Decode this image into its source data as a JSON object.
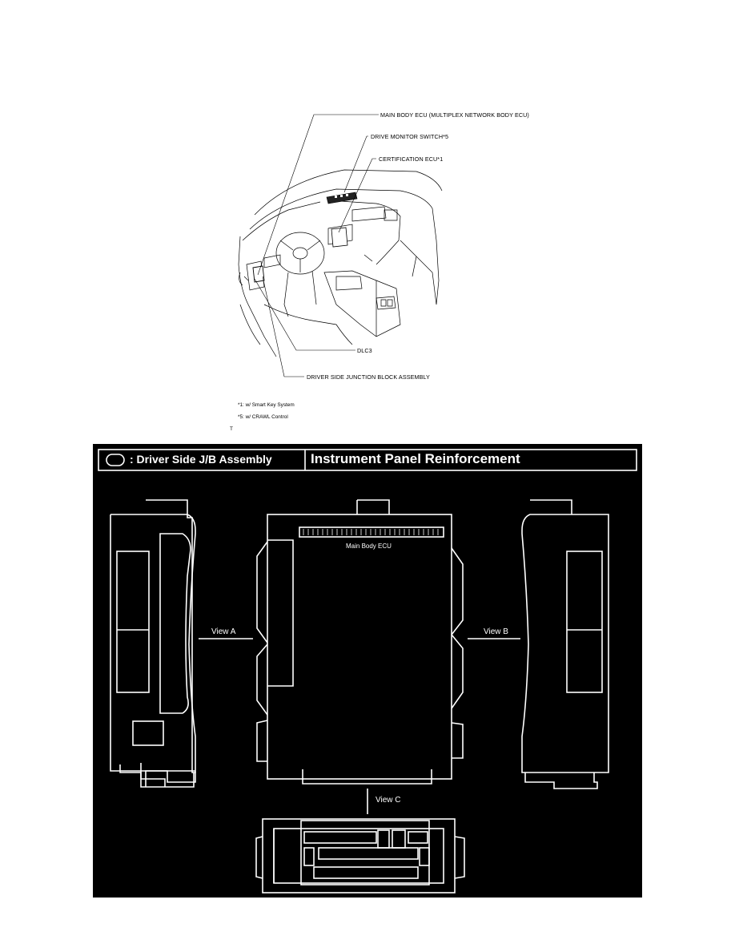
{
  "top_diagram": {
    "callouts": [
      {
        "id": "main_body_ecu",
        "text": "MAIN BODY ECU (MULTIPLEX NETWORK BODY ECU)"
      },
      {
        "id": "drive_monitor_switch",
        "text": "DRIVE MONITOR SWITCH*5"
      },
      {
        "id": "certification_ecu",
        "text": "CERTIFICATION ECU*1"
      },
      {
        "id": "dlc3",
        "text": "DLC3"
      },
      {
        "id": "driver_side_jb",
        "text": "DRIVER SIDE JUNCTION BLOCK ASSEMBLY"
      }
    ],
    "notes": [
      "*1: w/ Smart Key System",
      "*5: w/ CRAWL Control"
    ],
    "figure_mark": "T"
  },
  "bottom_diagram": {
    "header_left": ": Driver Side J/B Assembly",
    "header_right": "Instrument Panel Reinforcement",
    "ecu_label": "Main Body ECU",
    "view_a": "View A",
    "view_b": "View B",
    "view_c": "View C",
    "colors": {
      "background": "#000000",
      "lines": "#ffffff"
    }
  }
}
